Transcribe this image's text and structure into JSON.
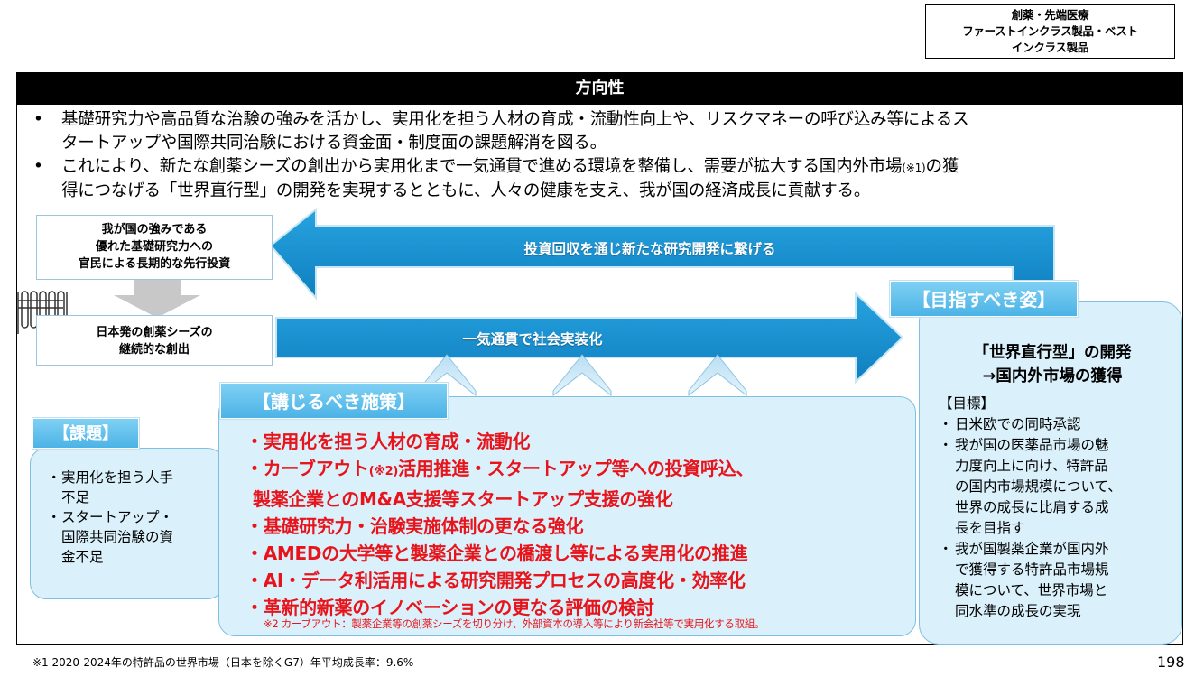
{
  "header_tag": [
    "創薬・先端医療",
    "ファーストインクラス製品・ベスト",
    "インクラス製品"
  ],
  "direction": {
    "title": "方向性",
    "bullet_char": "•",
    "bullets": [
      {
        "lines": [
          "基礎研究力や高品質な治験の強みを活かし、実用化を担う人材の育成・流動性向上や、リスクマネーの呼び込み等によるス",
          "タートアップや国際共同治験における資金面・制度面の課題解消を図る。"
        ]
      },
      {
        "line1_a": "これにより、新たな創薬シーズの創出から実用化まで一気通貫で進める環境を整備し、需要が拡大する国内外市場",
        "line1_sup": "(※1)",
        "line1_b": "の獲",
        "line2": "得につなげる「世界直行型」の開発を実現するとともに、人々の健康を支え、我が国の経済成長に貢献する。"
      }
    ]
  },
  "flow": {
    "strength_box": [
      "我が国の強みである",
      "優れた基礎研究力への",
      "官民による長期的な先行投資"
    ],
    "seeds_box": [
      "日本発の創薬シーズの",
      "継続的な創出"
    ],
    "return_arrow_label": "投資回収を通じ新たな研究開発に繋げる",
    "forward_arrow_label": "一気通貫で社会実装化"
  },
  "issues": {
    "label": "【課題】",
    "bullet_char": "・",
    "items": [
      [
        "実用化を担う人手",
        "不足"
      ],
      [
        "スタートアップ・",
        "国際共同治験の資",
        "金不足"
      ]
    ]
  },
  "measures": {
    "label": "【講じるべき施策】",
    "items": [
      "・実用化を担う人材の育成・流動化",
      {
        "a": "・カーブアウト",
        "sup": "(※2)",
        "b": "活用推進・スタートアップ等への投資呼込、"
      },
      " 製薬企業とのM&A支援等スタートアップ支援の強化",
      "・基礎研究力・治験実施体制の更なる強化",
      "・AMEDの大学等と製薬企業との橋渡し等による実用化の推進",
      "・AI・データ利活用による研究開発プロセスの高度化・効率化",
      "・革新的新薬のイノベーションの更なる評価の検討"
    ],
    "note": "※2 カーブアウト：製薬企業等の創薬シーズを切り分け、外部資本の導入等により新会社等で実用化する取組。"
  },
  "goal": {
    "label": "【目指すべき姿】",
    "title": [
      "「世界直行型」の開発",
      "→国内外市場の獲得"
    ],
    "target_label": "【目標】",
    "bullet_char": "・",
    "items": [
      [
        "日米欧での同時承認"
      ],
      [
        "我が国の医薬品市場の魅",
        "力度向上に向け、特許品",
        "の国内市場規模について、",
        "世界の成長に比肩する成",
        "長を目指す"
      ],
      [
        "我が国製薬企業が国内外",
        "で獲得する特許品市場規",
        "模について、世界市場と",
        "同水準の成長の実現"
      ]
    ]
  },
  "footnote": "※1 2020-2024年の特許品の世界市場（日本を除くG7）年平均成長率：9.6%",
  "page_number": "198",
  "colors": {
    "arrow": "#1a8fcf",
    "panel_bg": "#daf0fb",
    "measure_text": "#e8141b",
    "tag": "#4cb3e6"
  }
}
